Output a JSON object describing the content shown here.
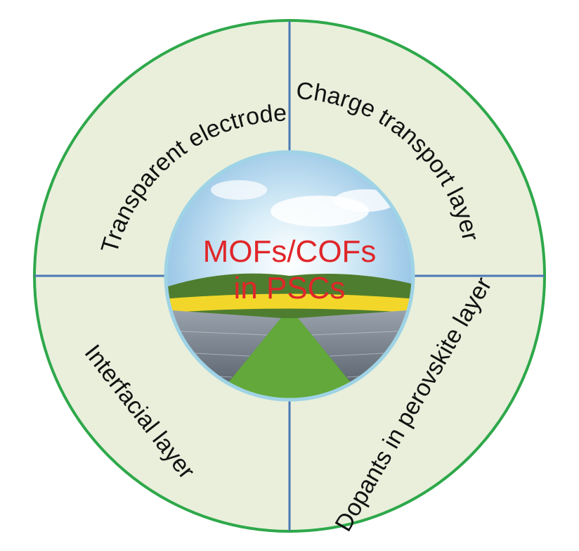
{
  "diagram": {
    "center": {
      "line1": "MOFs/COFs",
      "line2": "in PSCs"
    },
    "quadrants": {
      "top_left": "Transparent electrode",
      "top_right": "Charge transport layer",
      "bottom_left": "Interfacial layer",
      "bottom_right": "Dopants in perovskite layer"
    },
    "colors": {
      "ring_fill": "#e9efdb",
      "ring_outline": "#2ea84a",
      "divider": "#4a78b5",
      "inner_outline": "#9fd3e6",
      "center_text": "#e0262a"
    }
  }
}
